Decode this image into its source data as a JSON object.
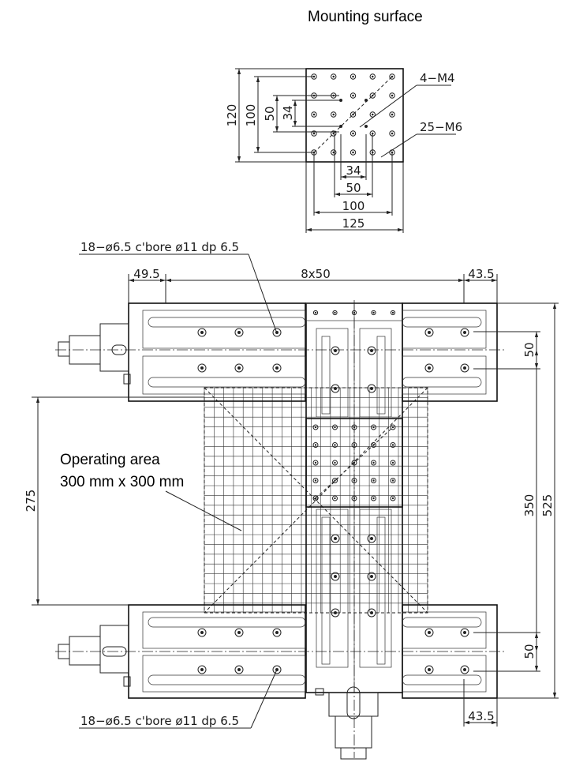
{
  "title": "Mounting surface",
  "mounting_surface": {
    "dim_height_outer": "120",
    "dim_height_holes": "100",
    "dim_height_mid": "50",
    "dim_height_inner": "34",
    "dim_width_inner": "34",
    "dim_width_mid": "50",
    "dim_width_holes": "100",
    "dim_width_outer": "125",
    "callout_m4": "4−M4",
    "callout_m6": "25−M6"
  },
  "main_view": {
    "callout_top": "18−ø6.5 c'bore ø11 dp 6.5",
    "callout_bottom": "18−ø6.5 c'bore ø11 dp 6.5",
    "dim_left_offset": "49.5",
    "dim_pitch": "8x50",
    "dim_right_offset_top": "43.5",
    "dim_right_offset_bottom": "43.5",
    "dim_rail_gap_top": "50",
    "dim_rail_gap_bottom": "50",
    "dim_travel_y": "350",
    "dim_overall_y": "525",
    "dim_area_height": "275",
    "operating_area_line1": "Operating area",
    "operating_area_line2": "300 mm x 300 mm"
  }
}
